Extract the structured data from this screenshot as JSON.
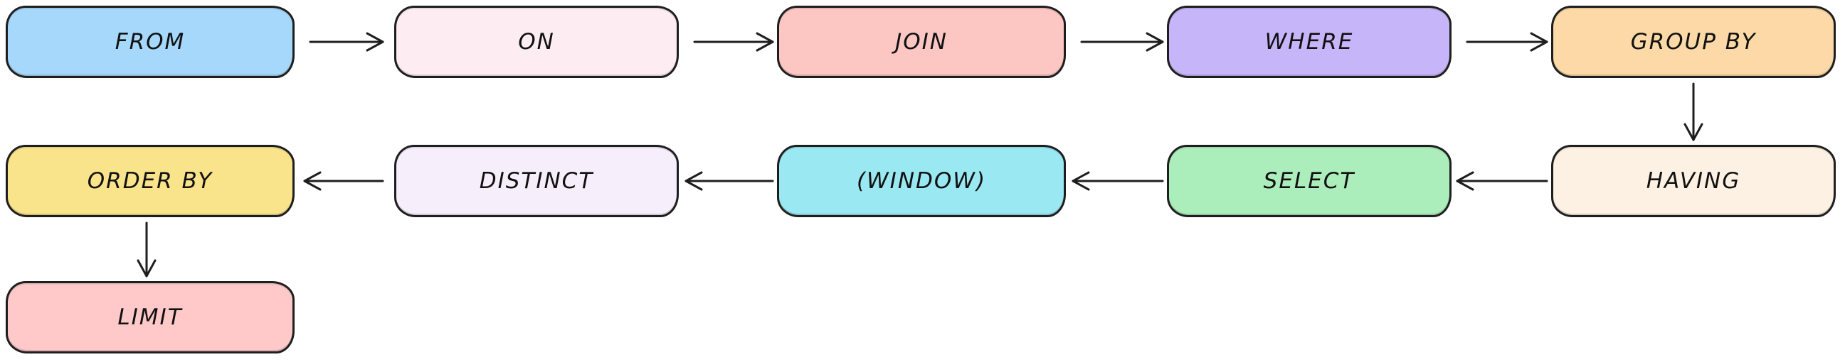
{
  "diagram": {
    "description": "SQL query logical execution order flowchart, hand-drawn style",
    "background_color": "#ffffff",
    "stroke_color": "#1e1e1e",
    "nodes": [
      {
        "id": "from",
        "label": "FROM",
        "fill": "#a5d8fb"
      },
      {
        "id": "on",
        "label": "ON",
        "fill": "#fdedf2"
      },
      {
        "id": "join",
        "label": "JOIN",
        "fill": "#fcc6c3"
      },
      {
        "id": "where",
        "label": "WHERE",
        "fill": "#c6b5f8"
      },
      {
        "id": "group_by",
        "label": "GROUP BY",
        "fill": "#fcd9a6"
      },
      {
        "id": "having",
        "label": "HAVING",
        "fill": "#fdf1e3"
      },
      {
        "id": "select",
        "label": "SELECT",
        "fill": "#aceebb"
      },
      {
        "id": "window",
        "label": "(WINDOW)",
        "fill": "#99e8f2"
      },
      {
        "id": "distinct",
        "label": "DISTINCT",
        "fill": "#f6eefb"
      },
      {
        "id": "order_by",
        "label": "ORDER BY",
        "fill": "#f9e38b"
      },
      {
        "id": "limit",
        "label": "LIMIT",
        "fill": "#ffc9ca"
      }
    ],
    "edges": [
      {
        "from": "FROM",
        "to": "ON",
        "direction": "right"
      },
      {
        "from": "ON",
        "to": "JOIN",
        "direction": "right"
      },
      {
        "from": "JOIN",
        "to": "WHERE",
        "direction": "right"
      },
      {
        "from": "WHERE",
        "to": "GROUP BY",
        "direction": "right"
      },
      {
        "from": "GROUP BY",
        "to": "HAVING",
        "direction": "down"
      },
      {
        "from": "HAVING",
        "to": "SELECT",
        "direction": "left"
      },
      {
        "from": "SELECT",
        "to": "(WINDOW)",
        "direction": "left"
      },
      {
        "from": "(WINDOW)",
        "to": "DISTINCT",
        "direction": "left"
      },
      {
        "from": "DISTINCT",
        "to": "ORDER BY",
        "direction": "left"
      },
      {
        "from": "ORDER BY",
        "to": "LIMIT",
        "direction": "down"
      }
    ]
  }
}
